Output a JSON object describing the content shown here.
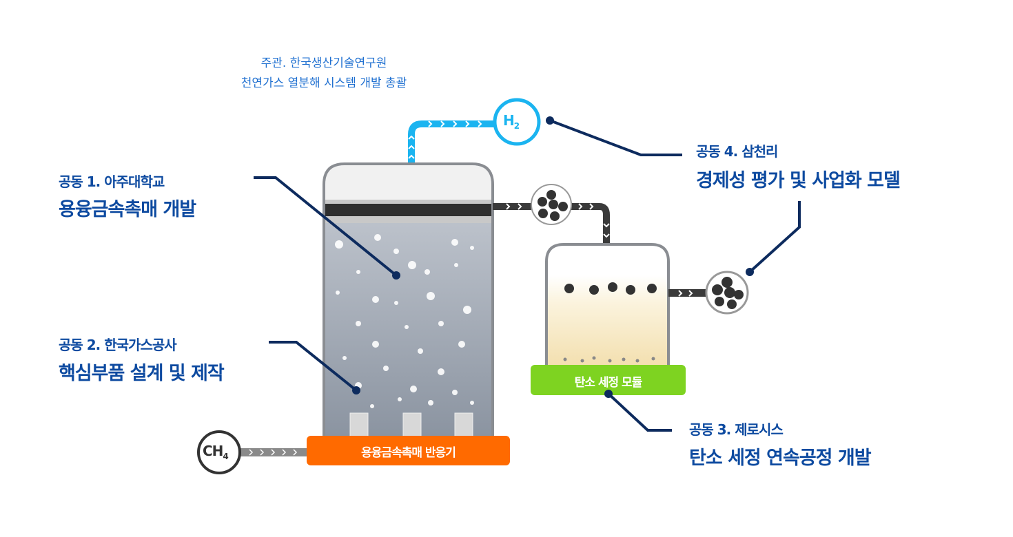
{
  "header": {
    "line1": "주관. 한국생산기술연구원",
    "line2": "천연가스 열분해 시스템 개발 총괄"
  },
  "partners": [
    {
      "title": "공동 1. 아주대학교",
      "subtitle": "용융금속촉매 개발"
    },
    {
      "title": "공동 2. 한국가스공사",
      "subtitle": "핵심부품 설계 및 제작"
    },
    {
      "title": "공동 3. 제로시스",
      "subtitle": "탄소 세정 연속공정 개발"
    },
    {
      "title": "공동 4. 삼천리",
      "subtitle": "경제성 평가 및 사업화 모델"
    }
  ],
  "equipment": {
    "reactor_label": "용융금속촉매 반응기",
    "module_label": "탄소 세정 모듈"
  },
  "gases": {
    "input": "CH",
    "input_sub": "4",
    "output": "H",
    "output_sub": "2"
  },
  "colors": {
    "navy": "#0d2b5e",
    "label_blue": "#0d4aa0",
    "h2": "#1bb4f0",
    "orange": "#ff6a00",
    "green": "#7ed321"
  }
}
